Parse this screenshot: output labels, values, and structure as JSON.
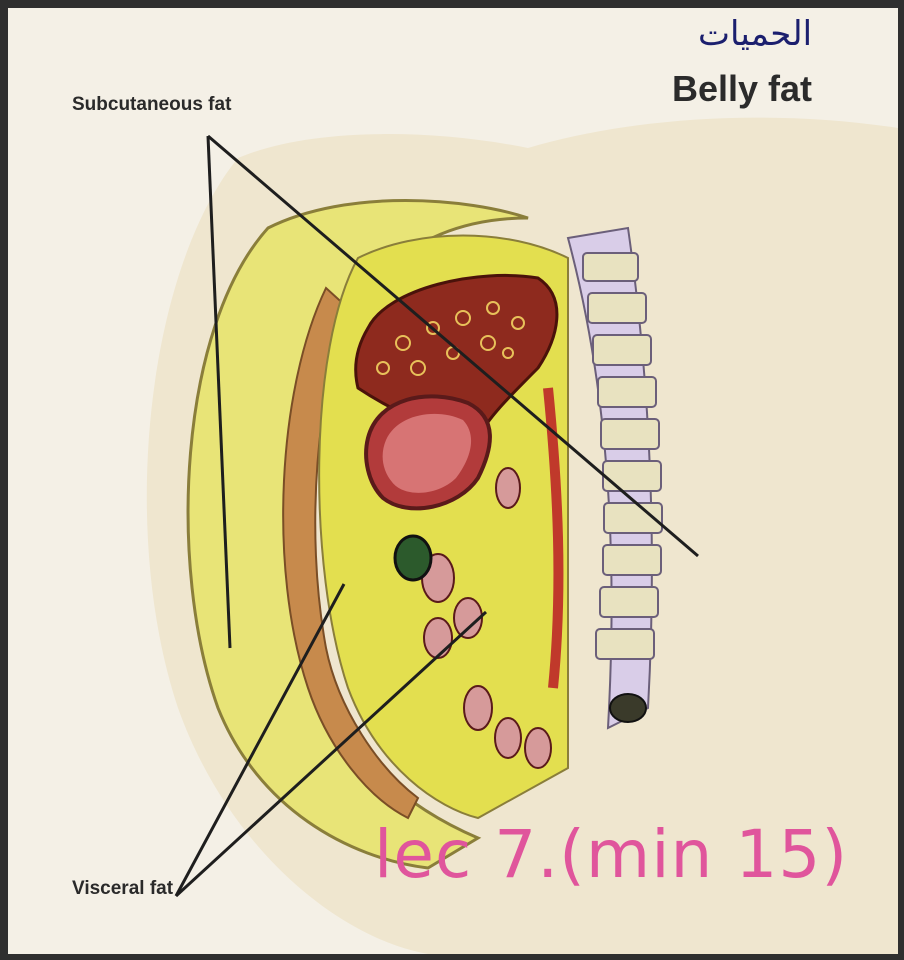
{
  "diagram": {
    "title": "Belly fat",
    "labels": {
      "subcutaneous": "Subcutaneous fat",
      "visceral": "Visceral fat"
    },
    "annotations": {
      "arabic_note": "الحميات",
      "lecture_note": "lec 7.(min 15)"
    },
    "colors": {
      "fat_yellow": "#e6e05a",
      "skin": "#f3ecd6",
      "liver": "#8e2a1e",
      "spine": "#c9b9d8",
      "annotation_pink": "#e0559c",
      "annotation_blue": "#1b1f6e"
    }
  }
}
